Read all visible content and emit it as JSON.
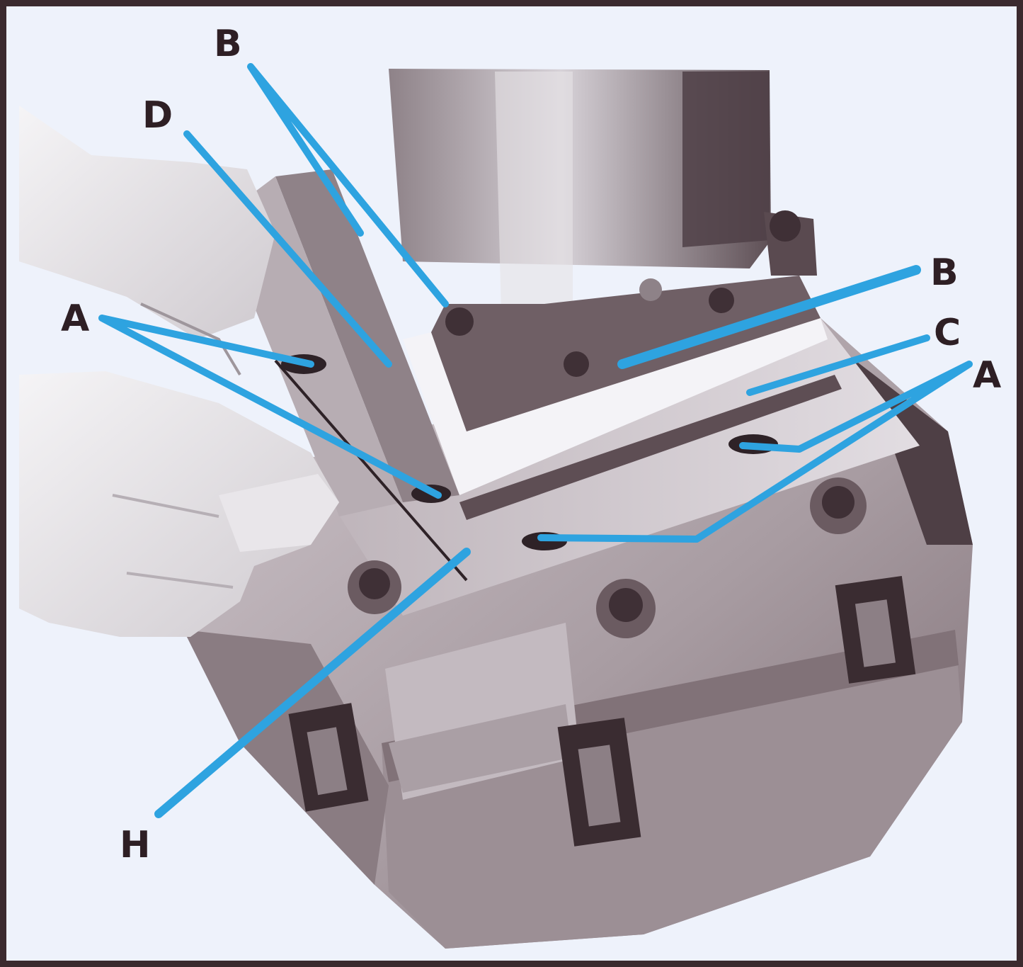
{
  "figure": {
    "colors": {
      "frame": "#3b2a2e",
      "background": "#eef2fb",
      "leader_lines": "#2ea3e0",
      "label_text": "#2e1f24",
      "machine_dark": "#6b5a5e",
      "machine_mid": "#a99ea2",
      "machine_light": "#d6d0d6"
    },
    "labels": {
      "b_top": "B",
      "d": "D",
      "a_left": "A",
      "b_right": "B",
      "c": "C",
      "a_right": "A",
      "h": "H"
    }
  }
}
